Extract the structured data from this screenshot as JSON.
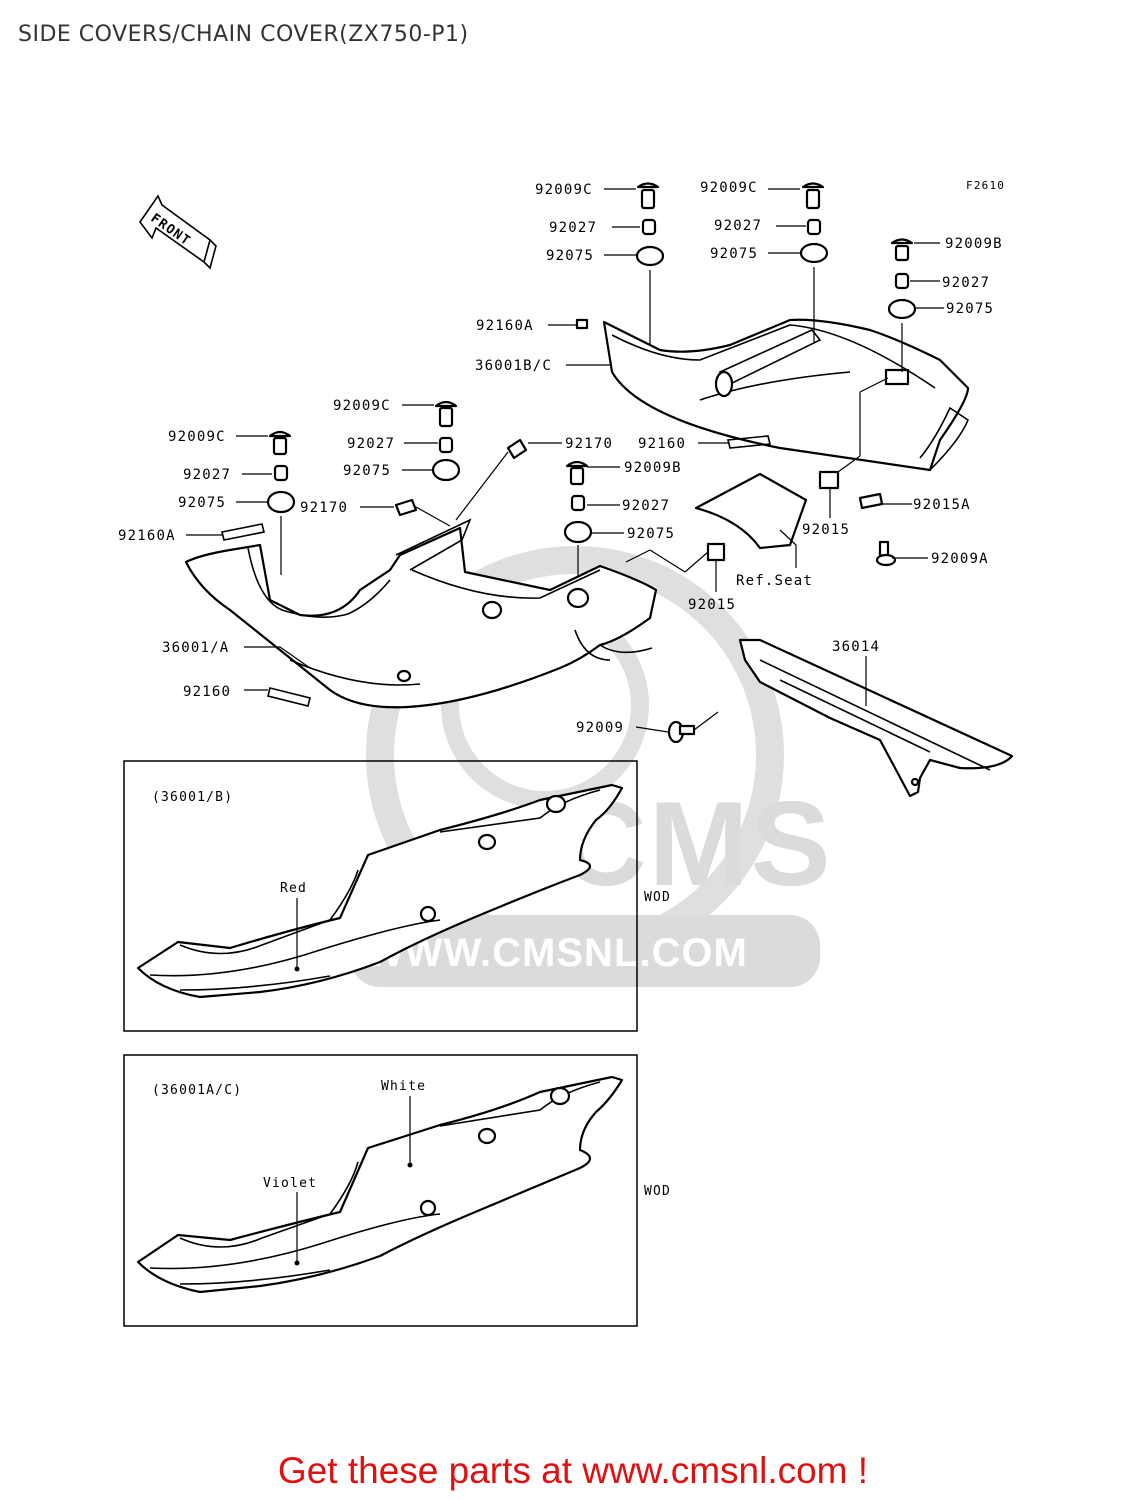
{
  "page": {
    "title": "SIDE COVERS/CHAIN COVER(ZX750-P1)",
    "figure_code": "F2610",
    "front_label": "FRONT",
    "promo_text": "Get these parts at www.cmsnl.com !"
  },
  "watermark": {
    "brand": "CMS",
    "url": "WWW.CMSNL.COM"
  },
  "callouts": [
    "92009C",
    "92027",
    "92075",
    "92009C",
    "92027",
    "92075",
    "92009B",
    "92027",
    "92075",
    "92160A",
    "36001B/C",
    "92009C",
    "92027",
    "92075",
    "92170",
    "92160",
    "92009C",
    "92027",
    "92075",
    "92170",
    "92009B",
    "92027",
    "92075",
    "92015",
    "92015A",
    "92009A",
    "92160A",
    "Ref.Seat",
    "92015",
    "36014",
    "36001/A",
    "92160",
    "92009"
  ],
  "inset_b": {
    "code": "(36001/B)",
    "color_label": "Red",
    "wod_label": "WOD"
  },
  "inset_ac": {
    "code": "(36001A/C)",
    "color_top_label": "White",
    "color_bottom_label": "Violet",
    "wod_label": "WOD"
  }
}
